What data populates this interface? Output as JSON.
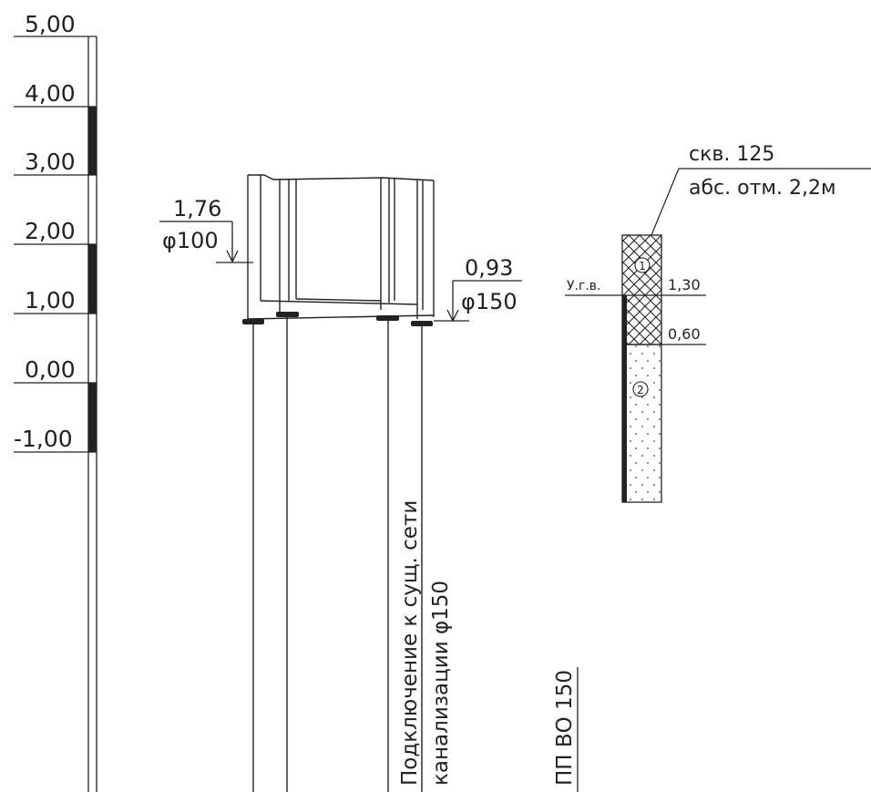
{
  "scale": {
    "levels": [
      "5,00",
      "4,00",
      "3,00",
      "2,00",
      "1,00",
      "0,00",
      "-1,00"
    ]
  },
  "pipe_left": {
    "elevation": "1,76",
    "diameter": "φ100"
  },
  "pipe_right": {
    "elevation": "0,93",
    "diameter": "φ150"
  },
  "borehole": {
    "title": "скв. 125",
    "abs_mark": "абс. отм. 2,2м",
    "gwl_label": "У.г.в.",
    "depth1": "1,30",
    "depth2": "0,60",
    "layer1": "1",
    "layer2": "2"
  },
  "notes": {
    "connection_line1": "Подключение к сущ. сети",
    "connection_line2": "канализации φ150",
    "pp_label": "ПП ВО 150"
  },
  "colors": {
    "ink": "#222222",
    "paper": "#ffffff"
  }
}
